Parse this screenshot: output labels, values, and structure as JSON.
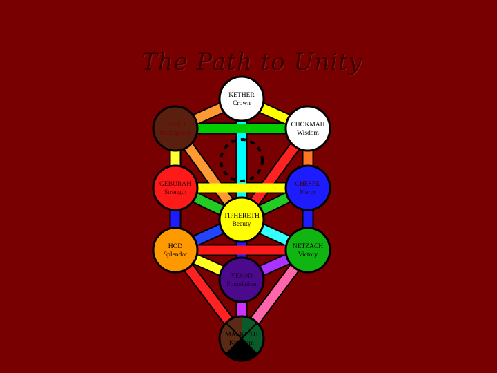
{
  "title": "The Path to Unity",
  "colors": {
    "background": "#790000",
    "title": "#3a0000"
  },
  "sephirot": [
    {
      "id": "kether",
      "name": "KETHER",
      "meaning": "Crown",
      "fill": "#ffffff",
      "text": "#000000"
    },
    {
      "id": "chokmah",
      "name": "CHOKMAH",
      "meaning": "Wisdom",
      "fill": "#ffffff",
      "text": "#000000"
    },
    {
      "id": "binah",
      "name": "BINAH",
      "meaning": "Intelligence",
      "fill": "#5a1f0e",
      "text": "#7a0000"
    },
    {
      "id": "chesed",
      "name": "CHESED",
      "meaning": "Mercy",
      "fill": "#1c1cff",
      "text": "#3a0000"
    },
    {
      "id": "geburah",
      "name": "GEBURAH",
      "meaning": "Strength",
      "fill": "#ff1a1a",
      "text": "#4a0000"
    },
    {
      "id": "tiphereth",
      "name": "TIPHERETH",
      "meaning": "Beauty",
      "fill": "#ffff00",
      "text": "#000000"
    },
    {
      "id": "netzach",
      "name": "NETZACH",
      "meaning": "Victory",
      "fill": "#11b511",
      "text": "#000000"
    },
    {
      "id": "hod",
      "name": "HOD",
      "meaning": "Splendor",
      "fill": "#ff9900",
      "text": "#000000"
    },
    {
      "id": "yesod",
      "name": "YESOD",
      "meaning": "Foundation",
      "fill": "#4b0a8c",
      "text": "#1a0033"
    },
    {
      "id": "malkuth",
      "name": "MALKUTH",
      "meaning": "Kingdom",
      "fill": "#3a2a10",
      "text": "#000000"
    }
  ],
  "malkuth_quarters": [
    "#5a2a14",
    "#0a5a2a",
    "#000000",
    "#000000"
  ],
  "paths": [
    {
      "from": "kether",
      "to": "chokmah",
      "color": "#ffff00"
    },
    {
      "from": "kether",
      "to": "binah",
      "color": "#ff9933"
    },
    {
      "from": "kether",
      "to": "tiphereth",
      "color": "#00ffff"
    },
    {
      "from": "chokmah",
      "to": "binah",
      "color": "#00cc00"
    },
    {
      "from": "chokmah",
      "to": "chesed",
      "color": "#ff7722"
    },
    {
      "from": "chokmah",
      "to": "tiphereth",
      "color": "#ff2222"
    },
    {
      "from": "binah",
      "to": "geburah",
      "color": "#ffff33"
    },
    {
      "from": "binah",
      "to": "tiphereth",
      "color": "#ff9933"
    },
    {
      "from": "chesed",
      "to": "geburah",
      "color": "#ffff00"
    },
    {
      "from": "chesed",
      "to": "tiphereth",
      "color": "#22cc22"
    },
    {
      "from": "chesed",
      "to": "netzach",
      "color": "#1c1cff"
    },
    {
      "from": "geburah",
      "to": "tiphereth",
      "color": "#22cc22"
    },
    {
      "from": "geburah",
      "to": "hod",
      "color": "#1c1cff"
    },
    {
      "from": "tiphereth",
      "to": "netzach",
      "color": "#33ffff"
    },
    {
      "from": "tiphereth",
      "to": "hod",
      "color": "#2244ff"
    },
    {
      "from": "tiphereth",
      "to": "yesod",
      "color": "#1c1cff"
    },
    {
      "from": "netzach",
      "to": "hod",
      "color": "#ff1a1a"
    },
    {
      "from": "netzach",
      "to": "yesod",
      "color": "#aa33ff"
    },
    {
      "from": "netzach",
      "to": "malkuth",
      "color": "#ff66aa"
    },
    {
      "from": "hod",
      "to": "yesod",
      "color": "#ffff22"
    },
    {
      "from": "hod",
      "to": "malkuth",
      "color": "#ff2222"
    },
    {
      "from": "yesod",
      "to": "malkuth",
      "color": "#cc33ff"
    }
  ]
}
